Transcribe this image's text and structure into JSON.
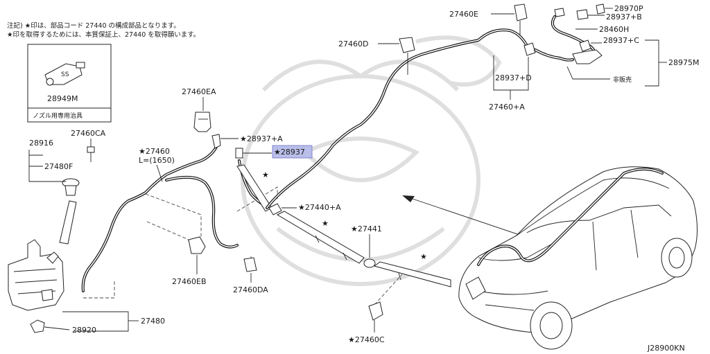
{
  "notes": {
    "line1": "注記) ★印は、部品コード 27440 の構成部品となります。",
    "line2": "★印を取得するためには、本質保証上、27440 を取得願います。"
  },
  "inset": {
    "label": "ノズル用専用治具"
  },
  "parts": {
    "p28949M": "28949M",
    "p28916": "28916",
    "p27480F": "27480F",
    "p27460CA": "27460CA",
    "p27460EA": "27460EA",
    "p27460": "★27460",
    "p27460_len": "L=(1650)",
    "p28937A": "★28937+A",
    "p28937": "★28937",
    "star1": "★",
    "star2": "★",
    "star3": "★",
    "p27440A": "★27440+A",
    "p27441": "★27441",
    "p27460D": "27460D",
    "p27460E": "27460E",
    "p28937D": "28937+D",
    "p27460plusA": "27460+A",
    "p28970P": "28970P",
    "p28937B": "28937+B",
    "p28460H": "28460H",
    "p28937C": "28937+C",
    "p28975M": "28975M",
    "hihanbai": "非販売",
    "p27460EB": "27460EB",
    "p27460DA": "27460DA",
    "p27460C": "★27460C",
    "p28920": "28920",
    "p27480": "27480"
  },
  "diagram_code": "J28900KN",
  "colors": {
    "highlight": "#b9bfe9",
    "ink": "#1a1a1a"
  }
}
